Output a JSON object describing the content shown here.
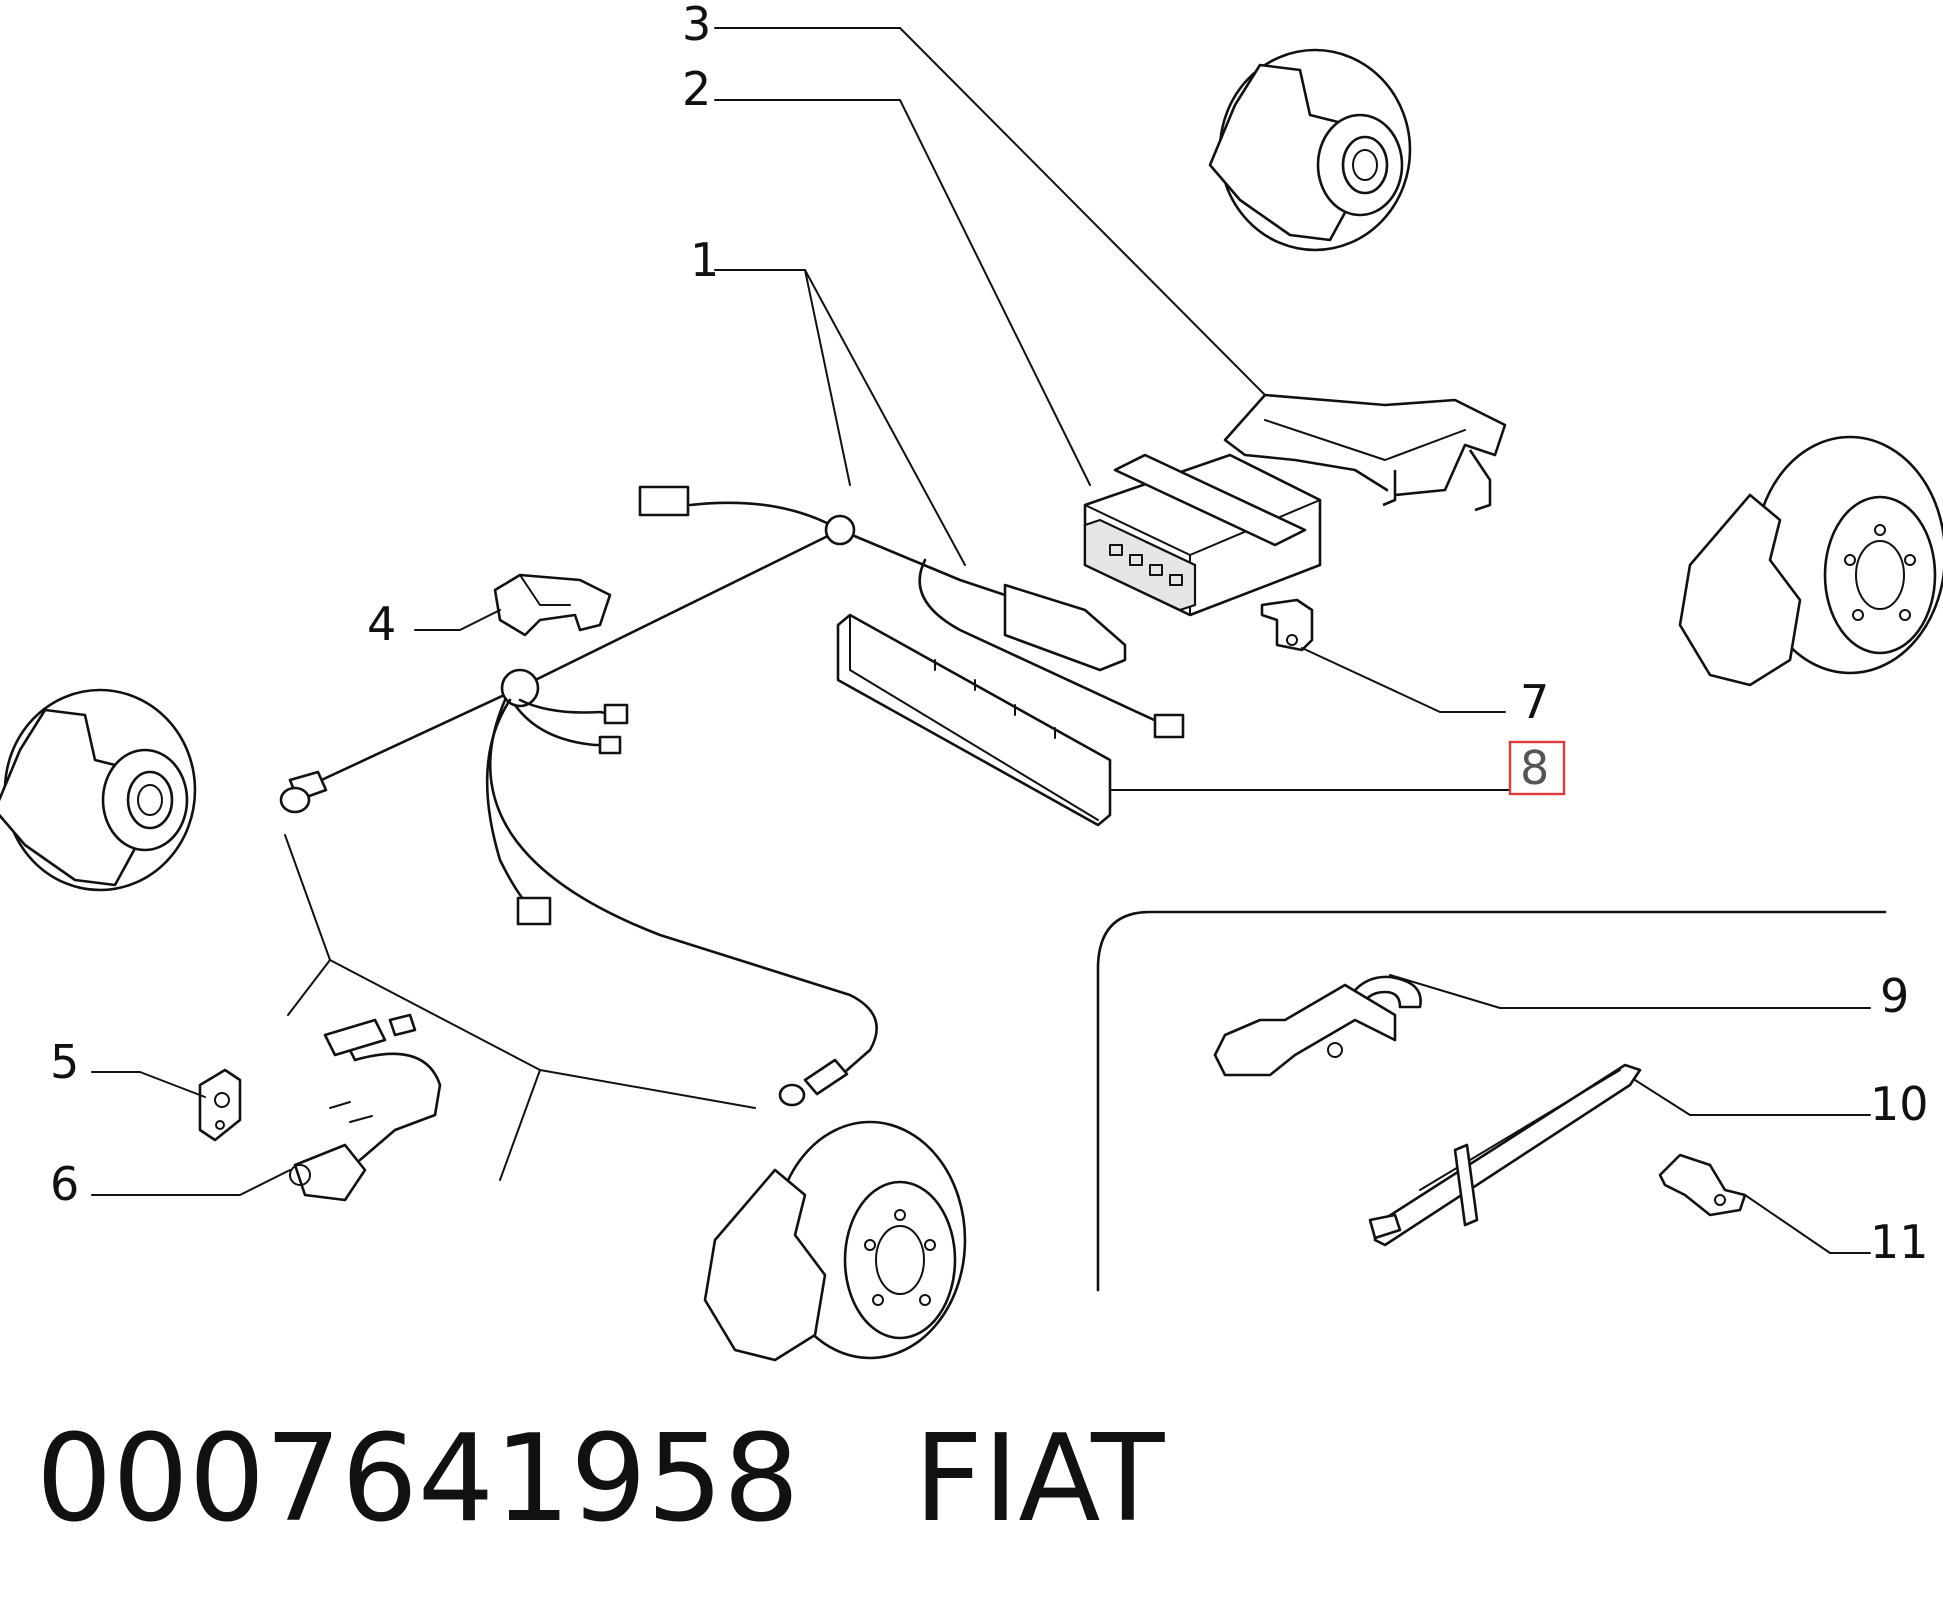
{
  "callouts": {
    "c1": "1",
    "c2": "2",
    "c3": "3",
    "c4": "4",
    "c5": "5",
    "c6": "6",
    "c7": "7",
    "c8": "8",
    "c9": "9",
    "c10": "10",
    "c11": "11"
  },
  "highlight": {
    "callout": "8",
    "color": "#e03a3a"
  },
  "footer": {
    "part_number": "0007641958",
    "brand": "FIAT"
  }
}
